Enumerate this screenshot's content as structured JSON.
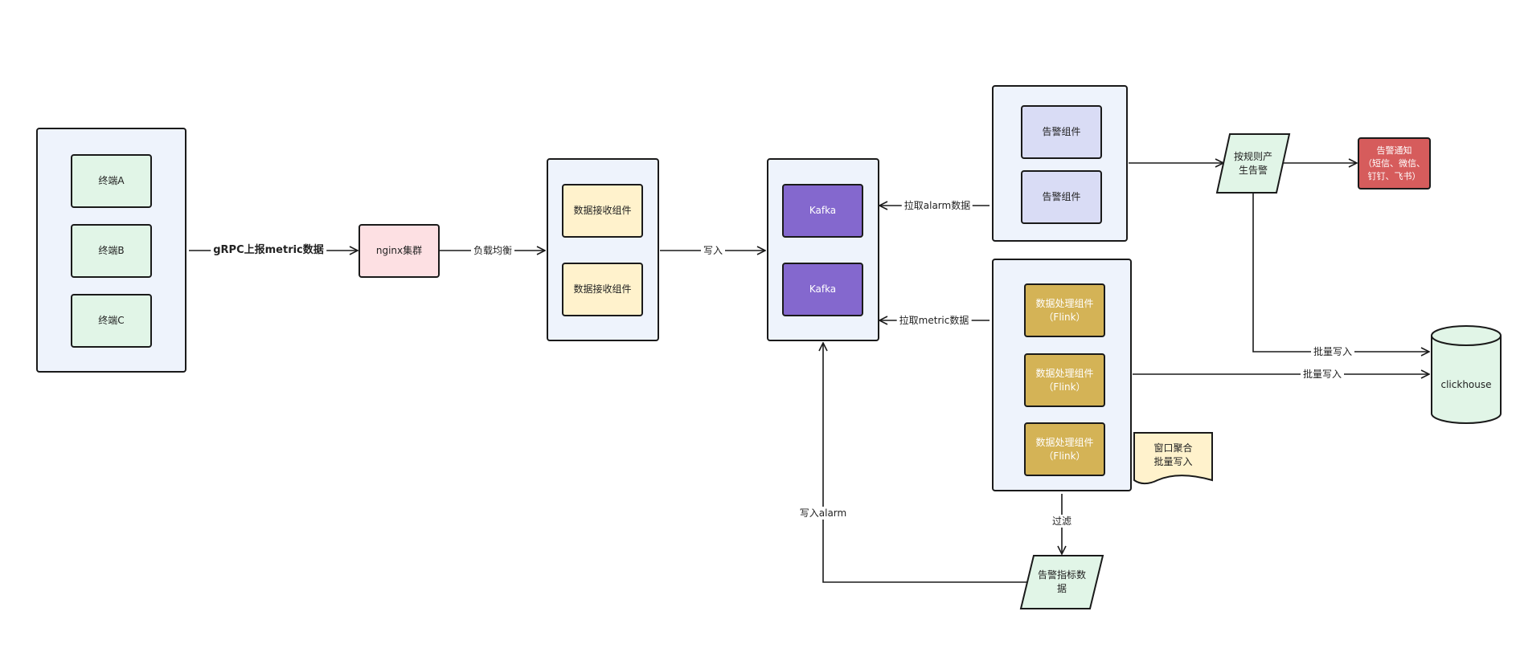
{
  "terminals": {
    "a": "终端A",
    "b": "终端B",
    "c": "终端C"
  },
  "nginx": "nginx集群",
  "receivers": [
    "数据接收组件",
    "数据接收组件"
  ],
  "kafka": [
    "Kafka",
    "Kafka"
  ],
  "alarm_components": [
    "告警组件",
    "告警组件"
  ],
  "processors": [
    "数据处理组件\n（Flink）",
    "数据处理组件\n（Flink）",
    "数据处理组件\n（Flink）"
  ],
  "rule_alarm": "按规则产\n生告警",
  "notify": "告警通知\n（短信、微信、\n钉钉、飞书）",
  "clickhouse": "clickhouse",
  "window_note": "窗口聚合\n批量写入",
  "alarm_metric_data": "告警指标数\n据",
  "edges": {
    "grpc": "gRPC上报metric数据",
    "lb": "负载均衡",
    "write": "写入",
    "pull_alarm": "拉取alarm数据",
    "pull_metric": "拉取metric数据",
    "batch_write_1": "批量写入",
    "batch_write_2": "批量写入",
    "filter": "过滤",
    "write_alarm": "写入alarm"
  },
  "colors": {
    "container": "#eef3fc",
    "terminal": "#e1f5e7",
    "nginx": "#fde0e3",
    "receiver": "#fff2cc",
    "kafka": "#8468ce",
    "alarm": "#d9dcf5",
    "flink": "#d4b356",
    "notify": "#d65c5c"
  }
}
